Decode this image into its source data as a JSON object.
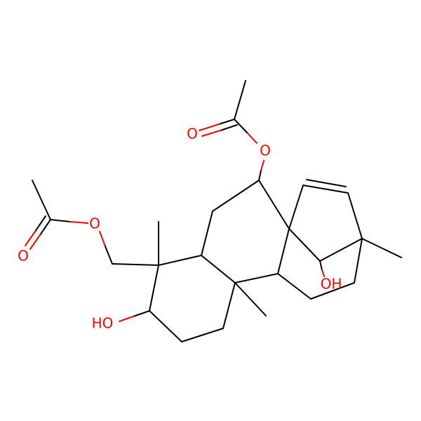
{
  "structure": {
    "colors": {
      "carbon_bond": "#000000",
      "oxygen": "#ff0000",
      "background": "#ffffff"
    },
    "atom_labels": {
      "o_ester_top": "O",
      "o_carbonyl_top": "O",
      "o_ester_left": "O",
      "o_carbonyl_left": "O",
      "oh_bridge": "OH",
      "ho_ring": "HO"
    }
  }
}
